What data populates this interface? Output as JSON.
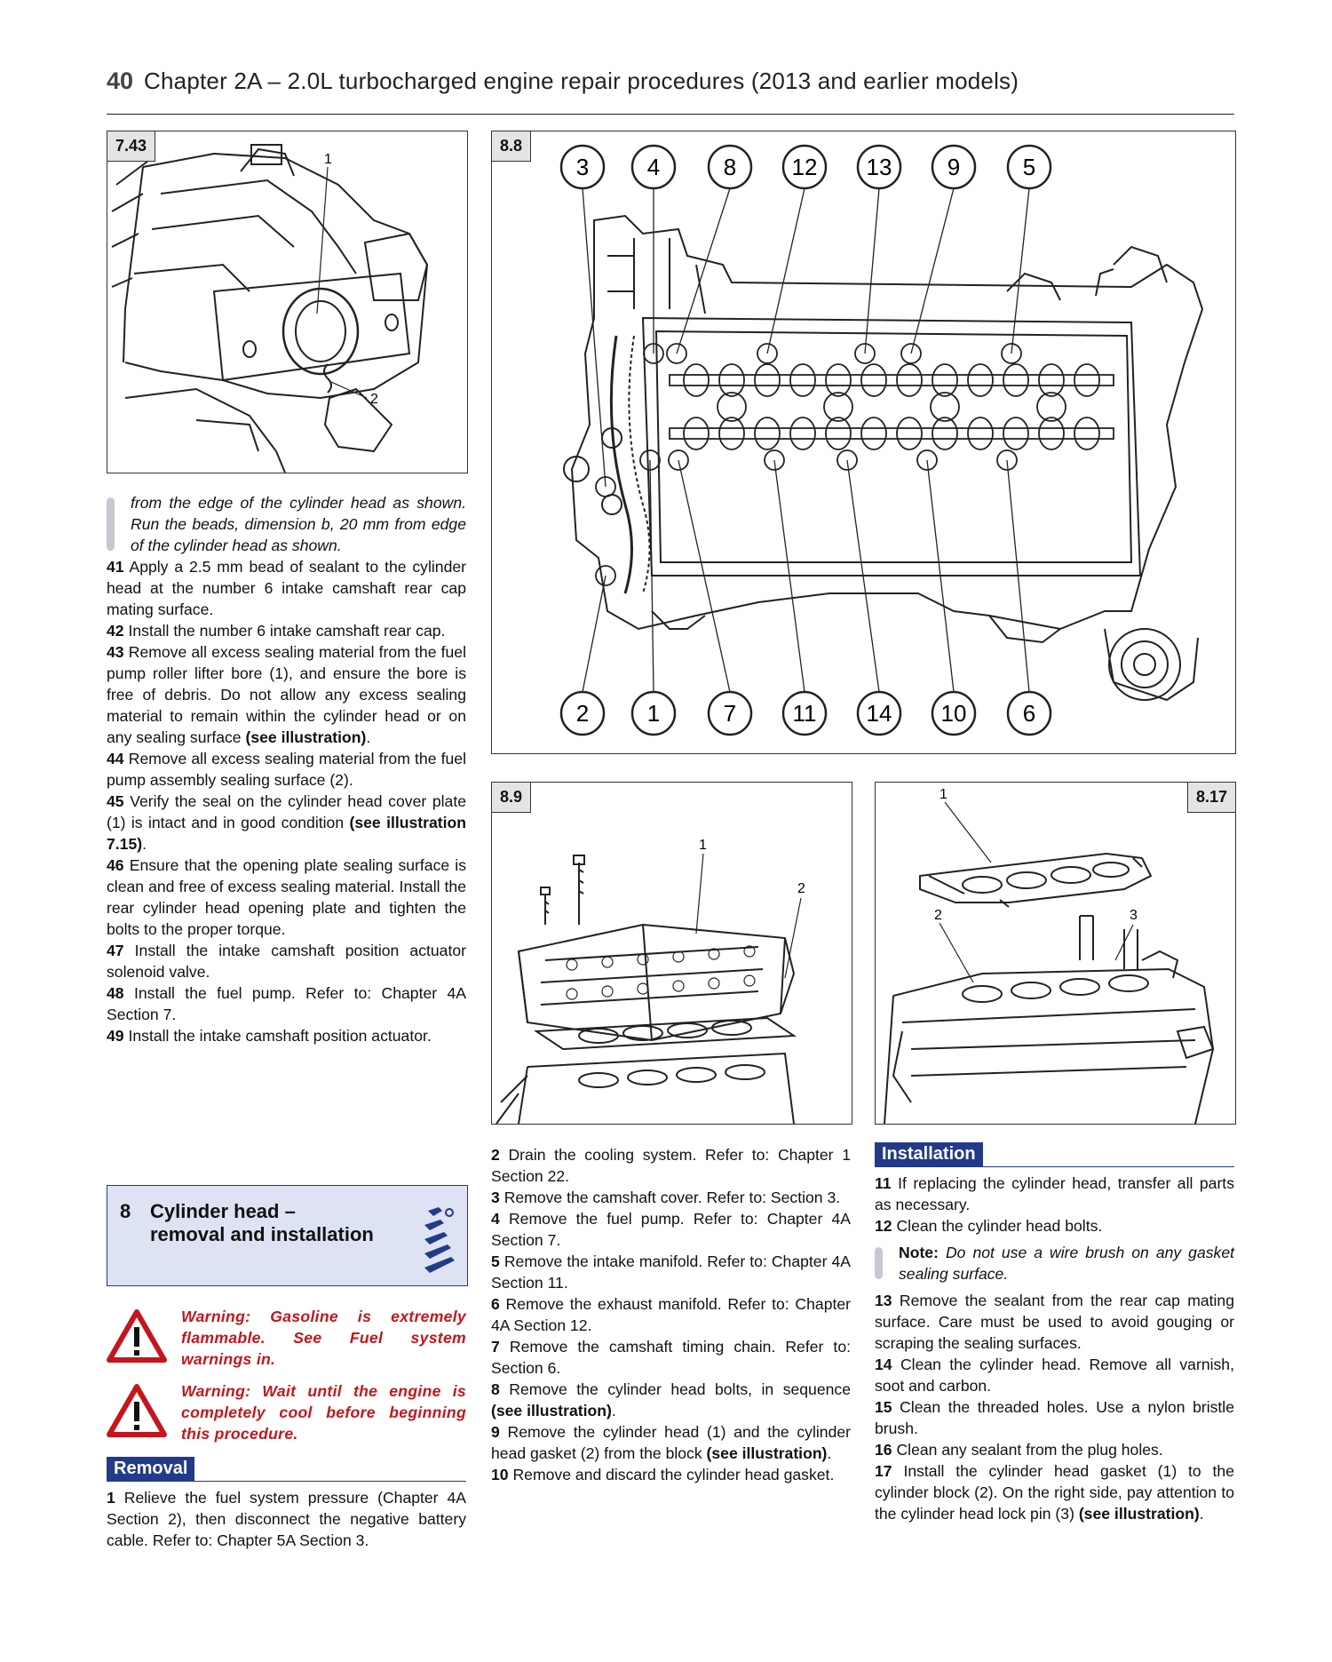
{
  "header": {
    "page_number": "40",
    "title": "Chapter 2A – 2.0L turbocharged engine repair procedures (2013 and earlier models)"
  },
  "figures": {
    "f743": {
      "label": "7.43",
      "callouts": [
        "1",
        "2"
      ]
    },
    "f88": {
      "label": "8.8",
      "top_numbers": [
        "3",
        "4",
        "8",
        "12",
        "13",
        "9",
        "5"
      ],
      "bottom_numbers": [
        "2",
        "1",
        "7",
        "11",
        "14",
        "10",
        "6"
      ]
    },
    "f89": {
      "label": "8.9",
      "callouts": [
        "1",
        "2"
      ]
    },
    "f817": {
      "label": "8.17",
      "callouts": [
        "1",
        "2",
        "3"
      ]
    }
  },
  "left_col": {
    "note": [
      "from the edge of the cylinder head as shown. Run the beads, dimension b, 20 mm from edge of the cylinder head as shown."
    ],
    "steps": [
      {
        "n": "41",
        "text": "Apply a 2.5 mm bead of sealant to the cylinder head at the number 6 intake camshaft rear cap mating surface."
      },
      {
        "n": "42",
        "text": "Install the number 6 intake camshaft rear cap."
      },
      {
        "n": "43",
        "text": "Remove all excess sealing material from the fuel pump roller lifter bore (1), and ensure the bore is free of debris. Do not allow any excess sealing material to remain within the cylinder head or on any sealing surface",
        "bold": "(see illustration)",
        "end": "."
      },
      {
        "n": "44",
        "text": "Remove all excess sealing material from the fuel pump assembly sealing surface (2)."
      },
      {
        "n": "45",
        "text": "Verify the seal on the cylinder head cover plate (1) is intact and in good condition",
        "bold": "(see illustration 7.15)",
        "end": "."
      },
      {
        "n": "46",
        "text": "Ensure that the opening plate sealing surface is clean and free of excess sealing material. Install the rear cylinder head opening plate and tighten the bolts to the proper torque."
      },
      {
        "n": "47",
        "text": "Install the intake camshaft position actuator solenoid valve."
      },
      {
        "n": "48",
        "text": "Install the fuel pump. Refer to: Chapter 4A Section 7."
      },
      {
        "n": "49",
        "text": "Install the intake camshaft position actuator."
      }
    ]
  },
  "section": {
    "number": "8",
    "title_line1": "Cylinder head –",
    "title_line2": "removal and installation"
  },
  "warnings": [
    {
      "text": "Warning: Gasoline is extremely flammable. See Fuel system warnings in."
    },
    {
      "text": "Warning: Wait until the engine is completely cool before beginning this procedure."
    }
  ],
  "removal": {
    "heading": "Removal",
    "steps_left": [
      {
        "n": "1",
        "text": "Relieve the fuel system pressure (Chapter 4A Section 2), then disconnect the negative battery cable. Refer to: Chapter 5A Section 3."
      }
    ],
    "steps_mid": [
      {
        "n": "2",
        "text": "Drain the cooling system. Refer to: Chapter 1 Section 22."
      },
      {
        "n": "3",
        "text": "Remove the camshaft cover. Refer to: Section 3."
      },
      {
        "n": "4",
        "text": "Remove the fuel pump. Refer to: Chapter 4A Section 7."
      },
      {
        "n": "5",
        "text": "Remove the intake manifold. Refer to: Chapter 4A Section 11."
      },
      {
        "n": "6",
        "text": "Remove the exhaust manifold. Refer to: Chapter 4A Section 12."
      },
      {
        "n": "7",
        "text": "Remove the camshaft timing chain. Refer to: Section 6."
      },
      {
        "n": "8",
        "text": "Remove the cylinder head bolts, in sequence",
        "bold": "(see illustration)",
        "end": "."
      },
      {
        "n": "9",
        "text": "Remove the cylinder head (1) and the cylinder head gasket (2) from the block",
        "bold": "(see illustration)",
        "end": "."
      },
      {
        "n": "10",
        "text": "Remove and discard the cylinder head gasket."
      }
    ]
  },
  "installation": {
    "heading": "Installation",
    "steps_a": [
      {
        "n": "11",
        "text": "If replacing the cylinder head, transfer all parts as necessary."
      },
      {
        "n": "12",
        "text": "Clean the cylinder head bolts."
      }
    ],
    "note": {
      "lead": "Note:",
      "text": "Do not use a wire brush on any gasket sealing surface."
    },
    "steps_b": [
      {
        "n": "13",
        "text": "Remove the sealant from the rear cap mating surface. Care must be used to avoid gouging or scraping the sealing surfaces."
      },
      {
        "n": "14",
        "text": "Clean the cylinder head. Remove all varnish, soot and carbon."
      },
      {
        "n": "15",
        "text": "Clean the threaded holes. Use a nylon bristle brush."
      },
      {
        "n": "16",
        "text": "Clean any sealant from the plug holes."
      },
      {
        "n": "17",
        "text": "Install the cylinder head gasket (1) to the cylinder block (2). On the right side, pay attention to the cylinder head lock pin (3)",
        "bold": "(see illustration)",
        "end": "."
      }
    ]
  },
  "colors": {
    "accent_blue": "#223a8a",
    "section_bg": "#dde3f2",
    "warning_red": "#c4161c"
  }
}
